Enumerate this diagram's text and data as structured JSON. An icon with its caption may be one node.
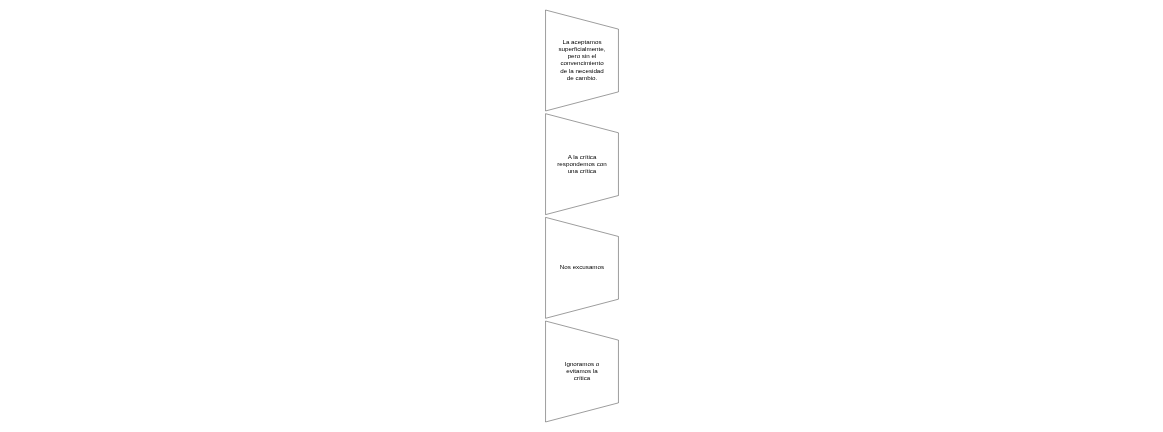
{
  "diagram": {
    "nodes": [
      {
        "text": [
          "Ignoramos o evitamos la crítica"
        ]
      },
      {
        "text": [
          "Nos excusamos"
        ]
      },
      {
        "text": [
          "A la crítica respondemos con una crítica"
        ]
      },
      {
        "text": [
          "La aceptamos superficialmente, pero sin el convencimiento de la necesidad de cambio."
        ]
      }
    ]
  }
}
